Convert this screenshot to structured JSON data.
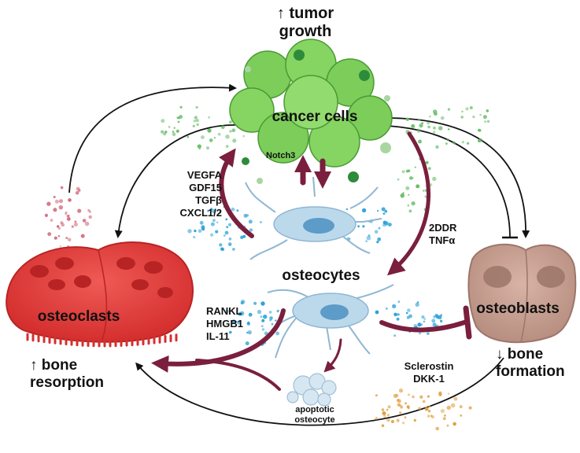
{
  "title": {
    "line1": "↑ tumor",
    "line2": "growth"
  },
  "cells": {
    "cancer": "cancer cells",
    "osteocytes": "osteocytes",
    "osteoclasts": "osteoclasts",
    "osteoblasts": "osteoblasts",
    "apoptotic": {
      "line1": "apoptotic",
      "line2": "osteocyte"
    }
  },
  "receptor": "Notch3",
  "factors": {
    "to_cancer": [
      "VEGFA",
      "GDF15",
      "TGFβ",
      "CXCL1/2"
    ],
    "from_cancer": [
      "2DDR",
      "TNFα"
    ],
    "to_osteoclasts": [
      "RANKL",
      "HMGB1",
      "IL-11"
    ],
    "to_osteoblasts": [
      "Sclerostin",
      "DKK-1"
    ]
  },
  "outcomes": {
    "bone_resorption": {
      "line1": "↑ bone",
      "line2": "resorption"
    },
    "bone_formation": {
      "line1": "↓ bone",
      "line2": "formation"
    }
  },
  "colors": {
    "cancer": "#7ccd5a",
    "cancer_dark": "#4a9a35",
    "osteoclast": "#e23b3b",
    "osteoclast_dark": "#b82424",
    "osteoblast": "#c9a193",
    "osteoblast_dark": "#9c766a",
    "osteocyte": "#bcd9ec",
    "osteocyte_nucleus": "#5d9bc8",
    "maroon": "#7a1f3d",
    "arrow_black": "#111111"
  }
}
